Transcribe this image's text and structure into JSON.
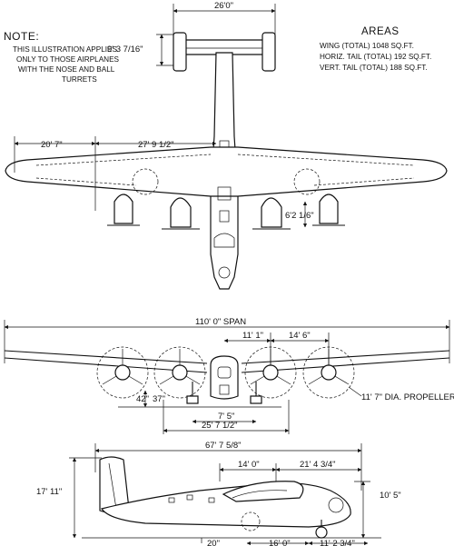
{
  "note": {
    "heading": "NOTE:",
    "lines": [
      "THIS ILLUSTRATION APPLIES",
      "ONLY TO THOSE AIRPLANES",
      "WITH THE NOSE AND BALL",
      "TURRETS"
    ]
  },
  "areas": {
    "heading": "AREAS",
    "wing": "WING (TOTAL)  1048 SQ.FT.",
    "horiz_tail": "HORIZ. TAIL (TOTAL) 192 SQ.FT.",
    "vert_tail": "VERT. TAIL (TOTAL)  188 SQ.FT."
  },
  "top_view": {
    "tail_span": "26'0\"",
    "tail_chord": "9' 3 7/16\"",
    "outer_wing": "20' 7\"",
    "inner_wing": "27' 9 1/2\"",
    "nacelle_len": "6'2 1/6\""
  },
  "front_view": {
    "span": "110' 0\" SPAN",
    "inner_spacing": "11' 1\"",
    "outer_spacing": "14' 6\"",
    "prop_dia": "11' 7\" DIA. PROPELLER",
    "clear_a": "42\"",
    "clear_b": "37\"",
    "track": "7' 5\"",
    "prop_center": "25' 7 1/2\""
  },
  "side_view": {
    "length": "67' 7 5/8\"",
    "fwd_dim": "14' 0\"",
    "aft_dim": "21' 4 3/4\"",
    "height": "17' 11\"",
    "cabin_height": "10' 5\"",
    "tail_wheel": "20\"",
    "wheelbase": "16' 0\"",
    "nose_dim": "11' 2 3/4\""
  }
}
